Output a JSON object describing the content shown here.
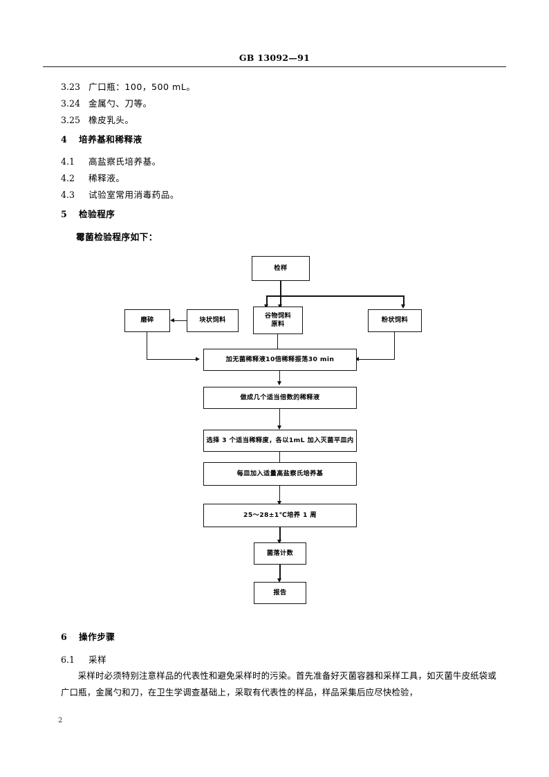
{
  "header": {
    "standard_code": "GB 13092—91"
  },
  "clauses": [
    {
      "number": "3.23",
      "text": "广口瓶：100，500 mL。"
    },
    {
      "number": "3.24",
      "text": "金属勺、刀等。"
    },
    {
      "number": "3.25",
      "text": "橡皮乳头。"
    }
  ],
  "section4": {
    "number": "4",
    "title": "培养基和稀释液",
    "items": [
      {
        "number": "4.1",
        "text": "高盐察氏培养基。"
      },
      {
        "number": "4.2",
        "text": "稀释液。"
      },
      {
        "number": "4.3",
        "text": "试验室常用消毒药品。"
      }
    ]
  },
  "section5": {
    "number": "5",
    "title": "检验程序",
    "intro": "霉菌检验程序如下："
  },
  "flowchart": {
    "nodes": {
      "sample": "检样",
      "grind": "磨碎",
      "block_feed": "块状饲料",
      "grain_feed_line1": "谷物饲料",
      "grain_feed_line2": "原料",
      "powder_feed": "粉状饲料",
      "dilute": "加无菌稀释液10倍稀释振荡30 min",
      "make_dilutions": "做成几个适当倍数的稀释液",
      "select_dilutions": "选择 3 个适当稀释度，各以1mL 加入灭菌平皿内",
      "add_medium": "每皿加入适量高盐察氏培养基",
      "incubate": "25～28±1℃培养 1 周",
      "colony_count": "菌落计数",
      "report": "报告"
    }
  },
  "section6": {
    "number": "6",
    "title": "操作步骤",
    "sub_number": "6.1",
    "sub_title": "采样",
    "paragraph": "采样时必须特别注意样品的代表性和避免采样时的污染。首先准备好灭菌容器和采样工具，如灭菌牛皮纸袋或广口瓶，金属勺和刀，在卫生学调查基础上，采取有代表性的样品，样品采集后应尽快检验，"
  },
  "footer": {
    "page_number": "2"
  }
}
